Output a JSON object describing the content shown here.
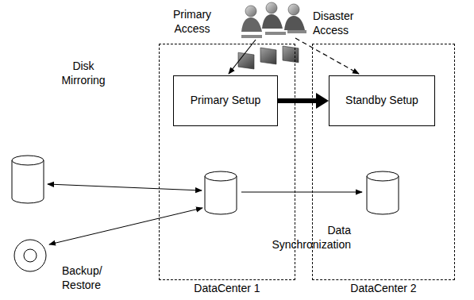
{
  "diagram": {
    "nodes": [
      {
        "text": [
          "DataCenter 1"
        ]
      },
      {
        "text": [
          "Primary Setup"
        ],
        "in": 0
      },
      {
        "text": [
          "DataCenter 2"
        ]
      },
      {
        "text": [
          "Standby Setup"
        ],
        "in": 2
      }
    ],
    "edges": [
      {
        "from": 1,
        "to": 3,
        "arrow": "to"
      }
    ],
    "labels": [
      "Primary Access",
      "Disaster Access",
      "Disk Mirroring",
      "Backup/ Restore",
      "Data Synchronization"
    ]
  }
}
